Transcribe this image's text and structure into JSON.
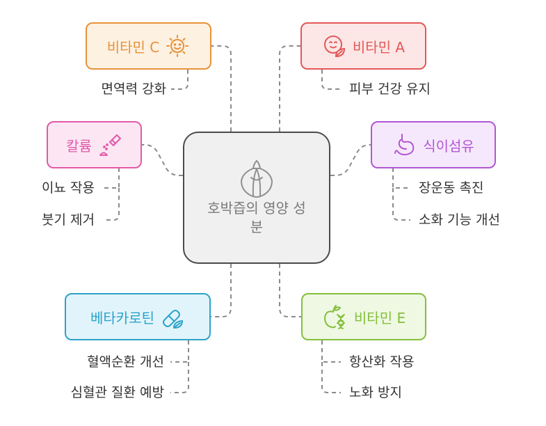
{
  "center": {
    "title": "호박즙의 영양 성분",
    "icon": "garlic-bulb-icon"
  },
  "nodes": {
    "vitamin_c": {
      "label": "비타민 C",
      "icon": "sun-face-icon",
      "color": "#e8913a",
      "bg": "#fdf1e1",
      "items": [
        "면역력 강화"
      ]
    },
    "vitamin_a": {
      "label": "비타민 A",
      "icon": "face-leaf-icon",
      "color": "#e25858",
      "bg": "#fde6e6",
      "items": [
        "피부 건강 유지"
      ]
    },
    "potassium": {
      "label": "칼륨",
      "icon": "salt-shaker-icon",
      "color": "#e05aa8",
      "bg": "#fde6f3",
      "items": [
        "이뇨 작용",
        "붓기 제거"
      ]
    },
    "fiber": {
      "label": "식이섬유",
      "icon": "stomach-icon",
      "color": "#b256d4",
      "bg": "#f6e8fc",
      "items": [
        "장운동 촉진",
        "소화 기능 개선"
      ]
    },
    "beta_carotene": {
      "label": "베타카로틴",
      "icon": "capsule-leaf-icon",
      "color": "#2ba3c9",
      "bg": "#e2f4fb",
      "items": [
        "혈액순환 개선",
        "심혈관 질환 예방"
      ]
    },
    "vitamin_e": {
      "label": "비타민 E",
      "icon": "apple-dna-icon",
      "color": "#84bf3c",
      "bg": "#eef8e2",
      "items": [
        "항산화 작용",
        "노화 방지"
      ]
    }
  },
  "line_color": "#8a8a8a"
}
